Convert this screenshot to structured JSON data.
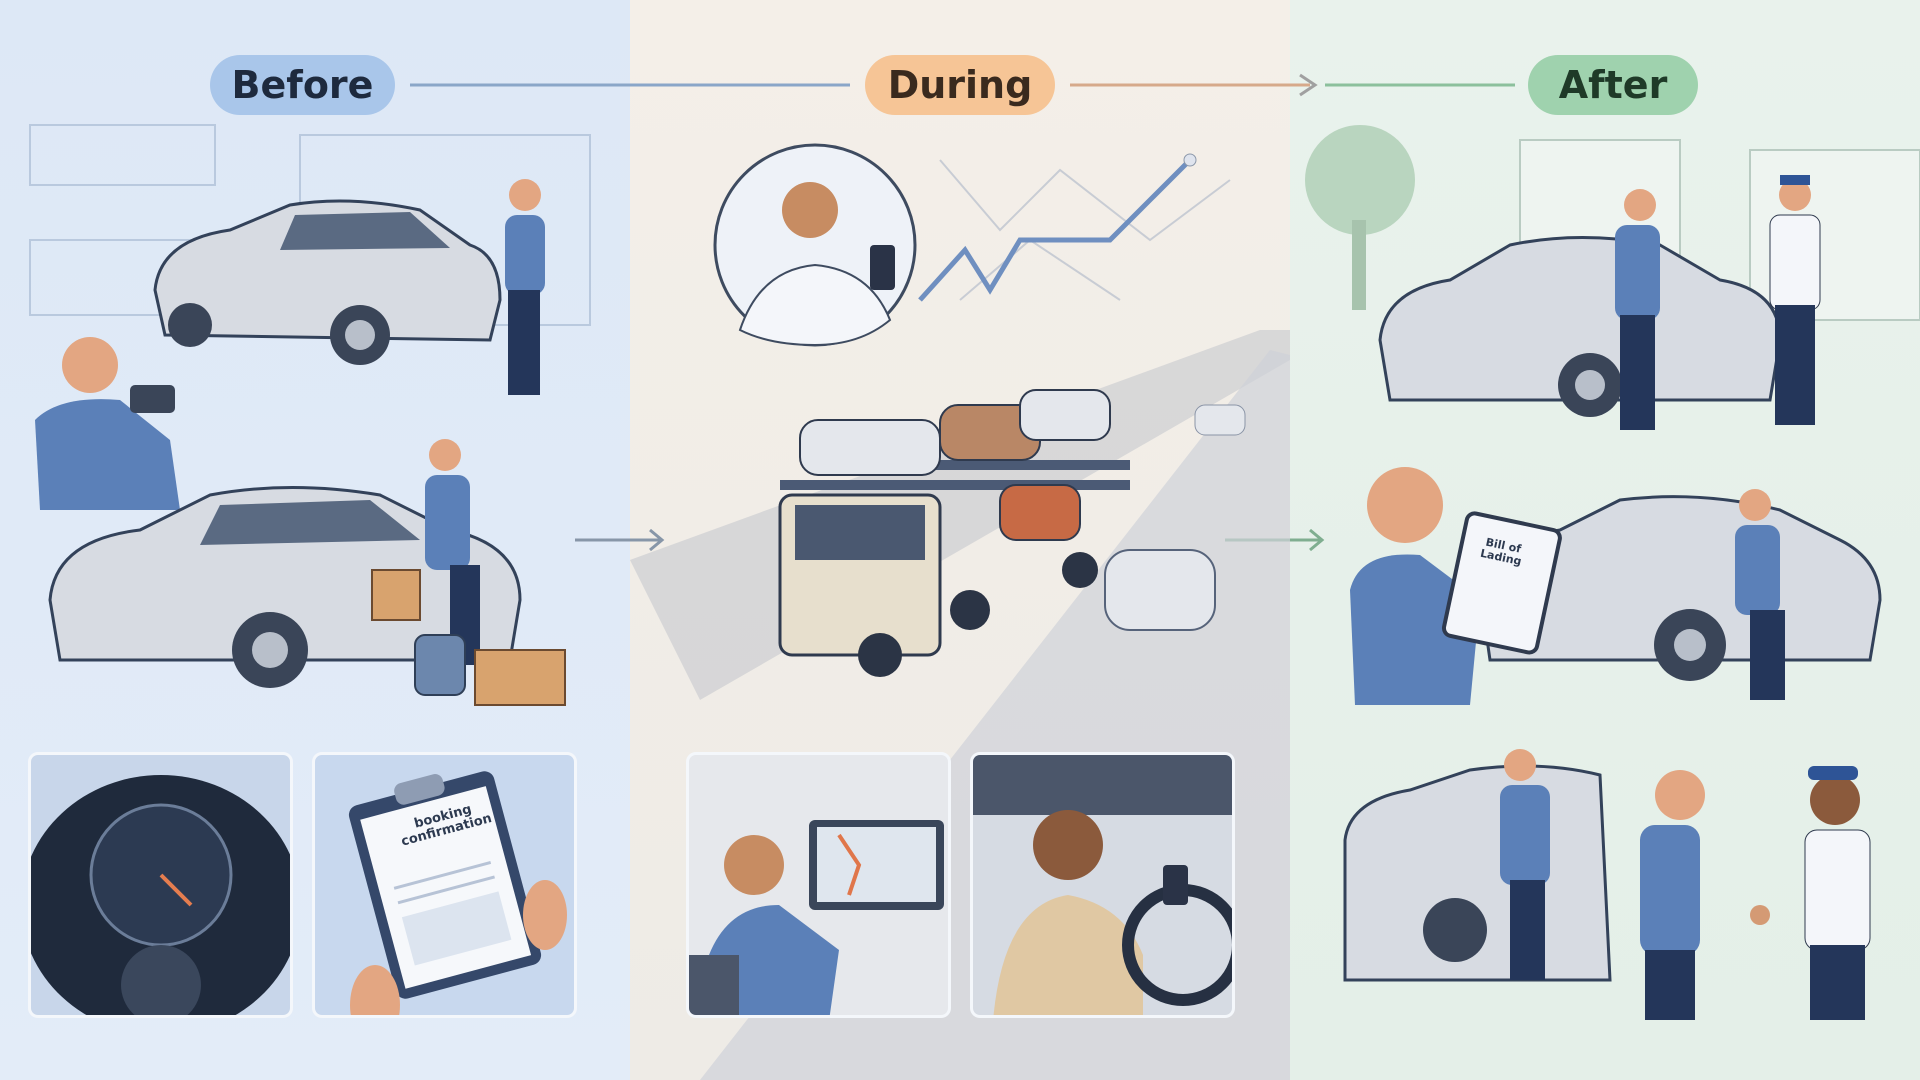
{
  "stages": [
    {
      "label": "Before",
      "color": "#a9c6ea"
    },
    {
      "label": "During",
      "color": "#f6c596"
    },
    {
      "label": "After",
      "color": "#9fd2ae"
    }
  ],
  "documents": {
    "booking": "booking confirmation",
    "lading": "Bill of Lading"
  }
}
